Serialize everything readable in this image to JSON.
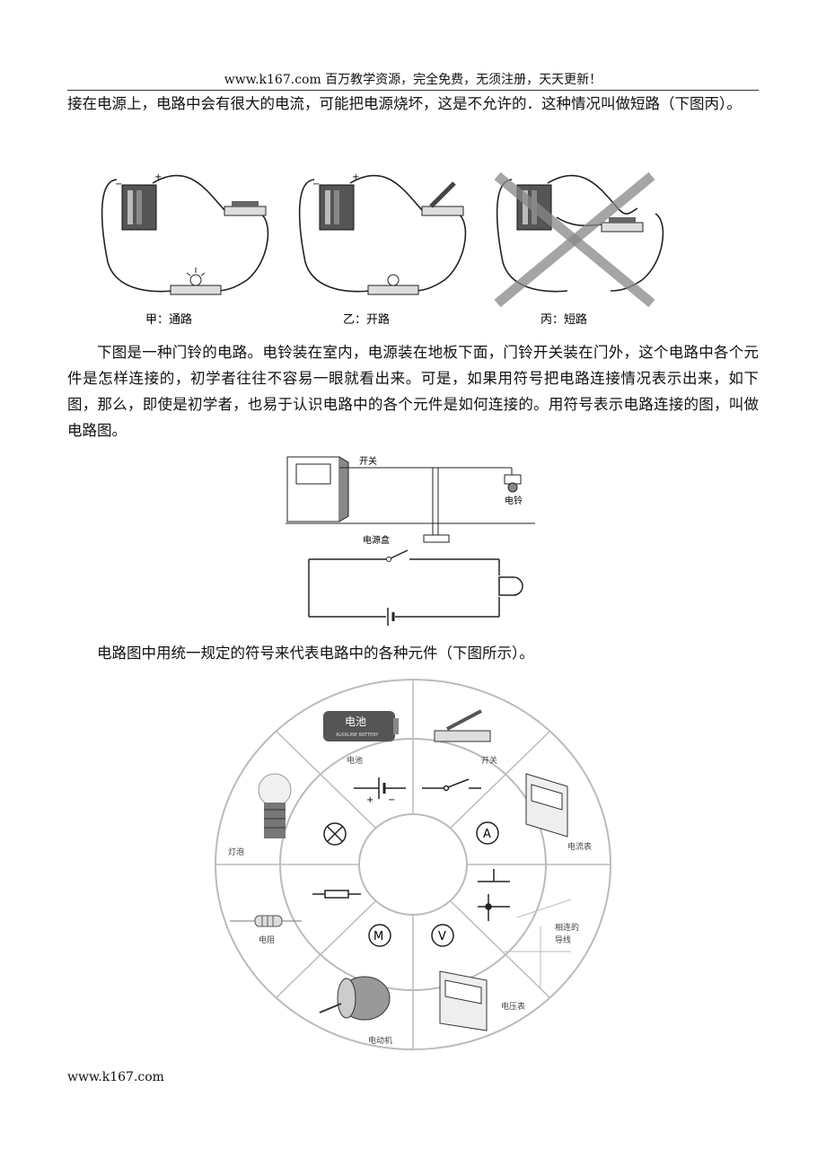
{
  "header": {
    "text": "www.k167.com    百万教学资源，完全免费，无须注册，天天更新！"
  },
  "paragraphs": {
    "p1": "接在电源上，电路中会有很大的电流，可能把电源烧坏，这是不允许的．这种情况叫做短路（下图丙）。",
    "p2": "下图是一种门铃的电路。电铃装在室内，电源装在地板下面，门铃开关装在门外，这个电路中各个元件是怎样连接的，初学者往往不容易一眼就看出来。可是，如果用符号把电路连接情况表示出来，如下图，那么，即使是初学者，也易于认识电路中的各个元件是如何连接的。用符号表示电路连接的图，叫做电路图。",
    "p3": "电路图中用统一规定的符号来代表电路中的各种元件（下图所示）。"
  },
  "figure1": {
    "captions": [
      "甲：通路",
      "乙：开路",
      "丙：短路"
    ]
  },
  "figure2": {
    "switch_label": "开关",
    "bell_label": "电铃",
    "box_label": "电源盒"
  },
  "figure3": {
    "battery_text": "电池",
    "battery_small": "ALKALINE BATTERY",
    "labels": {
      "battery": "电池",
      "switch": "开关",
      "ammeter": "电流表",
      "crossing": "相连的",
      "crossing2": "导线",
      "voltmeter": "电压表",
      "motor": "电动机",
      "resistor": "电阻",
      "bulb": "灯泡"
    },
    "symbols": {
      "ammeter": "A",
      "voltmeter": "V",
      "motor": "M",
      "plus": "+",
      "minus": "−"
    }
  },
  "footer": {
    "text": "www.k167.com"
  }
}
